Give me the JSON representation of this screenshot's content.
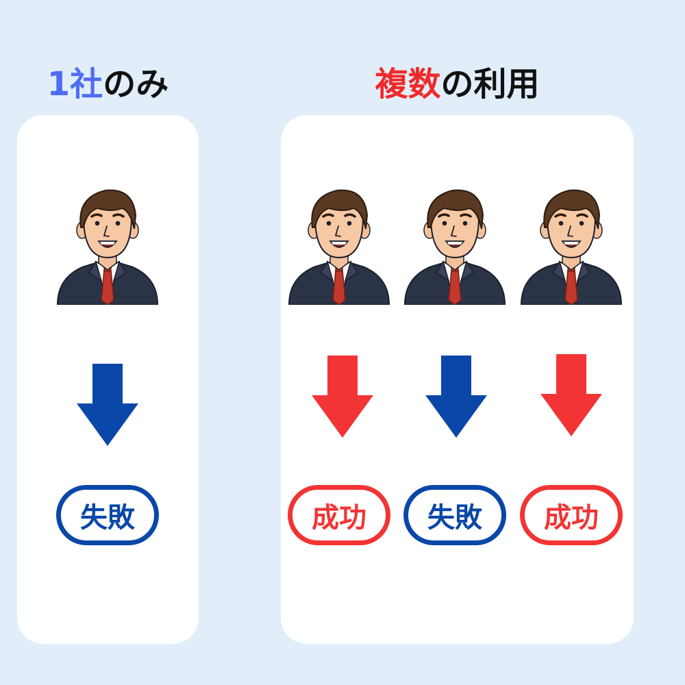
{
  "headings": {
    "single": {
      "accent": "1社",
      "rest": "のみ"
    },
    "multiple": {
      "accent": "複数",
      "rest": "の利用"
    }
  },
  "colors": {
    "background": "#e1eef9",
    "panel": "#ffffff",
    "blue_accent": "#4f6cf5",
    "red_accent": "#f02a2a",
    "fail_blue": "#0a47a8",
    "success_red": "#f23434"
  },
  "single": {
    "person_icon": "businessman-avatar",
    "arrow": {
      "direction": "down",
      "color": "#0a47a8"
    },
    "result": {
      "label": "失敗",
      "status": "fail"
    }
  },
  "multiple": [
    {
      "person_icon": "businessman-avatar",
      "arrow": {
        "direction": "down",
        "color": "#f23434"
      },
      "result": {
        "label": "成功",
        "status": "success"
      }
    },
    {
      "person_icon": "businessman-avatar",
      "arrow": {
        "direction": "down",
        "color": "#0a47a8"
      },
      "result": {
        "label": "失敗",
        "status": "fail"
      }
    },
    {
      "person_icon": "businessman-avatar",
      "arrow": {
        "direction": "down",
        "color": "#f23434"
      },
      "result": {
        "label": "成功",
        "status": "success"
      }
    }
  ]
}
